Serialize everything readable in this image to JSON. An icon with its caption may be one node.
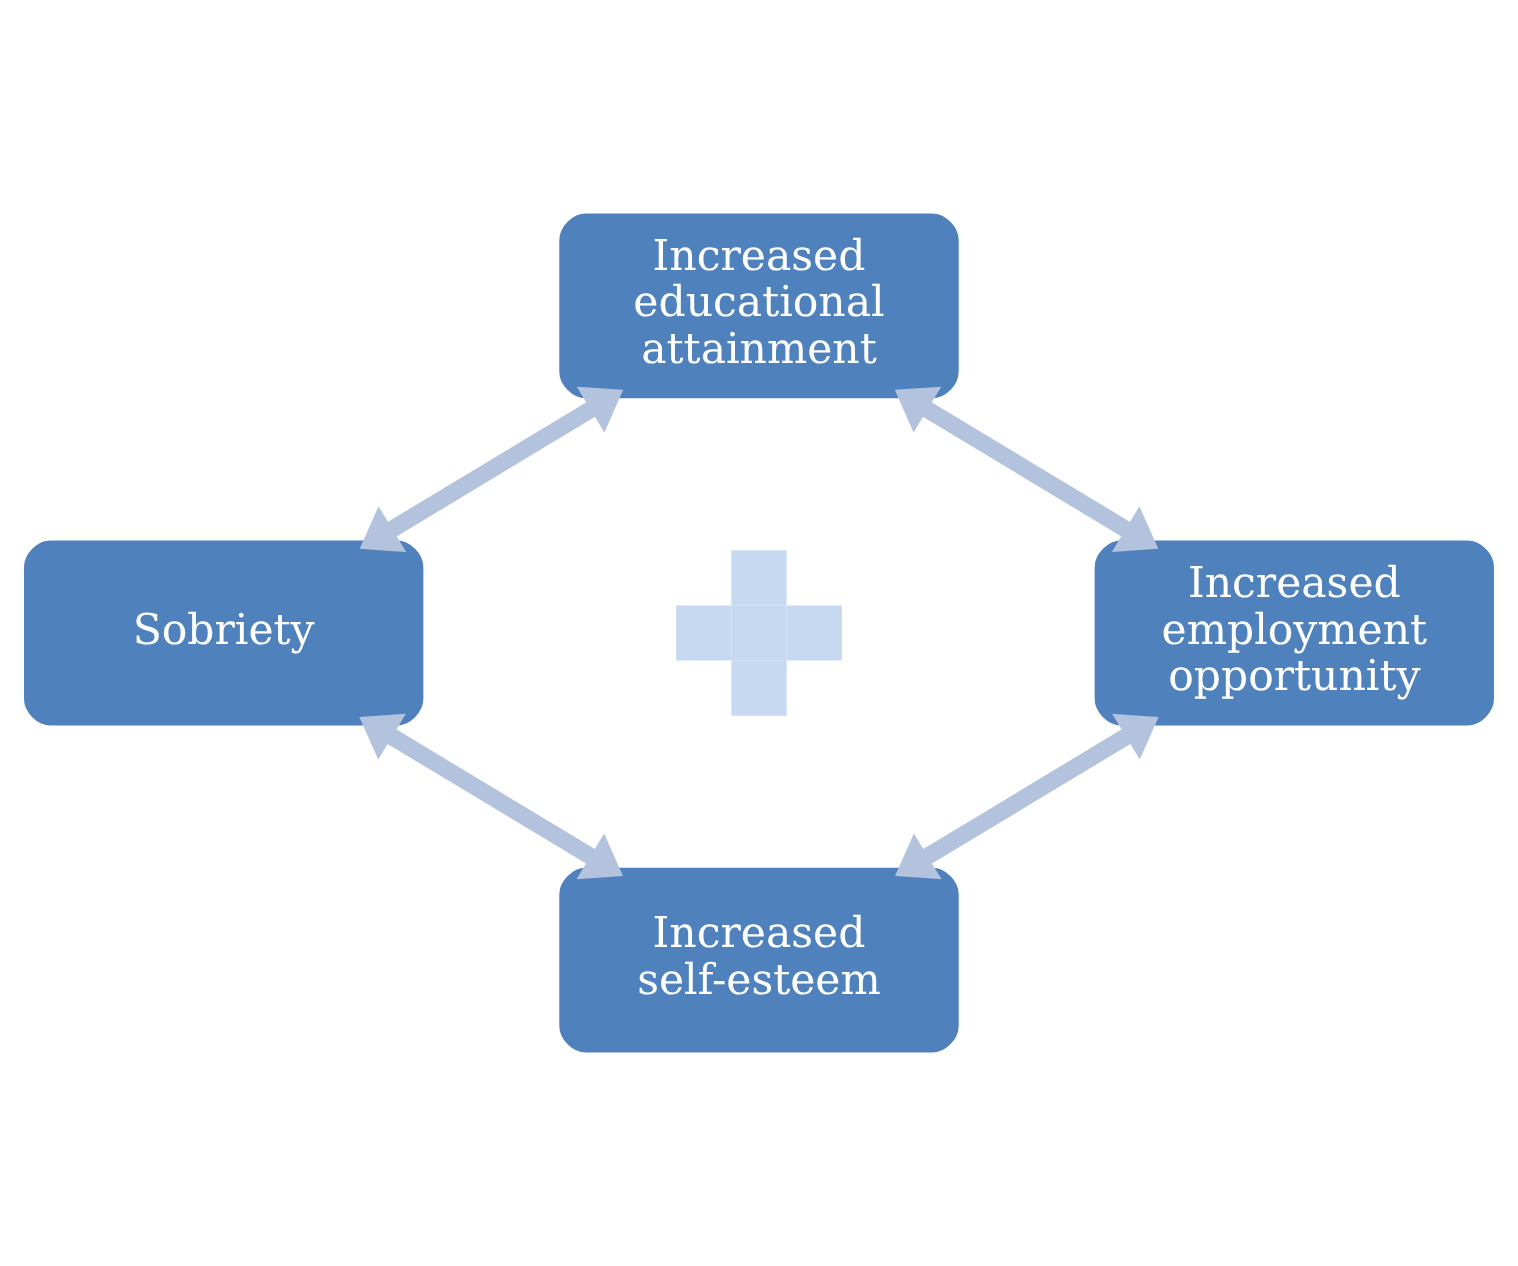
{
  "diagram": {
    "nodes": [
      {
        "text": [
          "Increased educational attainment"
        ]
      },
      {
        "text": [
          "Sobriety"
        ]
      },
      {
        "text": [],
        "shape": "cross"
      },
      {
        "text": [
          "Increased employment opportunity"
        ]
      },
      {
        "text": [
          "Increased self-esteem"
        ]
      }
    ],
    "edges": [
      {
        "from": 0,
        "to": 1,
        "arrow": "both"
      },
      {
        "from": 0,
        "to": 3,
        "arrow": "both"
      },
      {
        "from": 1,
        "to": 4,
        "arrow": "both"
      },
      {
        "from": 3,
        "to": 4,
        "arrow": "both"
      }
    ]
  }
}
